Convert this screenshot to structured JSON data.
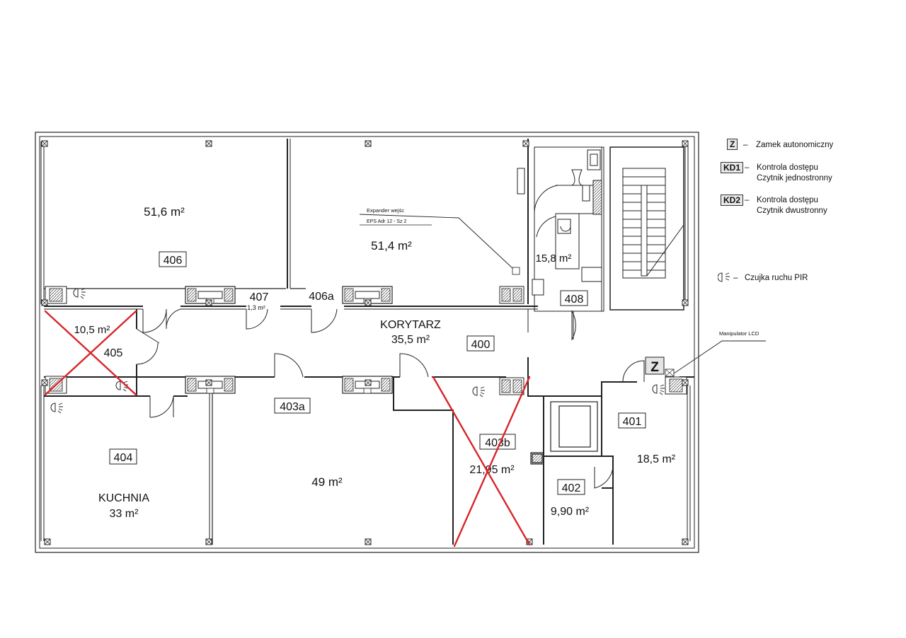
{
  "plan": {
    "rooms": [
      {
        "number": "406",
        "area": "51,6 m²"
      },
      {
        "number": "406a",
        "area": "51,4 m²"
      },
      {
        "number": "407",
        "area": "1,3 m²"
      },
      {
        "number": "408",
        "area": "15,8 m²"
      },
      {
        "number": "405",
        "area": "10,5 m²"
      },
      {
        "number": "400",
        "name": "KORYTARZ",
        "area": "35,5 m²"
      },
      {
        "number": "404",
        "name": "KUCHNIA",
        "area": "33 m²"
      },
      {
        "number": "403a",
        "area": "49 m²"
      },
      {
        "number": "403b",
        "area": "21,95 m²"
      },
      {
        "number": "402",
        "area": "9,90 m²"
      },
      {
        "number": "401",
        "area": "18,5 m²"
      }
    ],
    "annotations": {
      "expander_line1": "Expander wejśc",
      "expander_line2": "EPS Adr 12 - Sz 2",
      "manipulator": "Manipulator LCD",
      "lock_symbol": "Z"
    },
    "crossed_out_rooms": [
      "405",
      "403b"
    ],
    "cross_color": "#d8252b"
  },
  "legend": [
    {
      "key": "Z",
      "dash": "–",
      "lines": [
        "Zamek autonomiczny"
      ]
    },
    {
      "key": "KD1",
      "dash": "–",
      "lines": [
        "Kontrola dostępu",
        "Czytnik jednostronny"
      ]
    },
    {
      "key": "KD2",
      "dash": "–",
      "lines": [
        "Kontrola dostępu",
        "Czytnik dwustronny"
      ]
    },
    {
      "key": "",
      "icon": "pir-sensor-icon",
      "dash": "–",
      "lines": [
        "Czujka ruchu PIR"
      ]
    }
  ]
}
